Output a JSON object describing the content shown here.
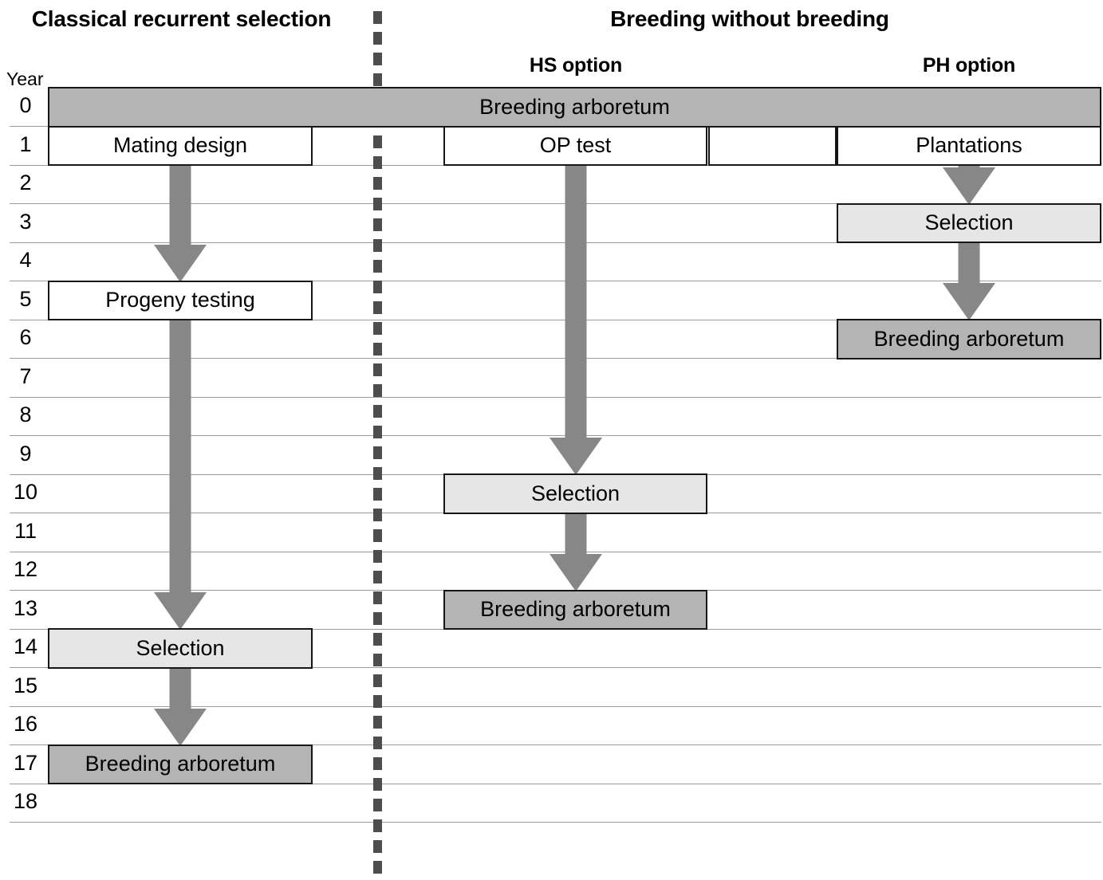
{
  "headings": {
    "left_title": "Classical recurrent selection",
    "right_title": "Breeding without breeding",
    "hs_option": "HS option",
    "ph_option": "PH option",
    "year_axis_label": "Year"
  },
  "years": [
    "0",
    "1",
    "2",
    "3",
    "4",
    "5",
    "6",
    "7",
    "8",
    "9",
    "10",
    "11",
    "12",
    "13",
    "14",
    "15",
    "16",
    "17",
    "18"
  ],
  "colors": {
    "mid_grey": "#b4b4b4",
    "light_grey": "#e6e6e6",
    "arrow_grey": "#878787",
    "gridline": "#9d9d9d",
    "divider": "#4d4d4d",
    "box_border": "#161616",
    "white": "#ffffff"
  },
  "shared": {
    "breeding_arboretum_year0": "Breeding arboretum"
  },
  "columns": {
    "classical": {
      "title": "Classical recurrent selection",
      "steps": [
        {
          "label": "Mating design",
          "year": 1,
          "fill": "white"
        },
        {
          "label": "Progeny testing",
          "year": 5,
          "fill": "white"
        },
        {
          "label": "Selection",
          "year": 14,
          "fill": "light-grey"
        },
        {
          "label": "Breeding arboretum",
          "year": 17,
          "fill": "mid-grey"
        }
      ],
      "arrows": [
        {
          "from_year": 1,
          "to_year": 5
        },
        {
          "from_year": 5,
          "to_year": 14
        },
        {
          "from_year": 14,
          "to_year": 17
        }
      ]
    },
    "hs_option": {
      "title": "HS option",
      "steps": [
        {
          "label": "OP test",
          "year": 1,
          "fill": "white"
        },
        {
          "label": "Selection",
          "year": 10,
          "fill": "light-grey"
        },
        {
          "label": "Breeding arboretum",
          "year": 13,
          "fill": "mid-grey"
        }
      ],
      "arrows": [
        {
          "from_year": 1,
          "to_year": 10
        },
        {
          "from_year": 10,
          "to_year": 13
        }
      ]
    },
    "ph_option": {
      "title": "PH option",
      "steps": [
        {
          "label": "Plantations",
          "year": 1,
          "fill": "white"
        },
        {
          "label": "Selection",
          "year": 3,
          "fill": "light-grey"
        },
        {
          "label": "Breeding arboretum",
          "year": 6,
          "fill": "mid-grey"
        }
      ],
      "arrows": [
        {
          "from_year": 1,
          "to_year": 3
        },
        {
          "from_year": 3,
          "to_year": 6
        }
      ]
    }
  }
}
